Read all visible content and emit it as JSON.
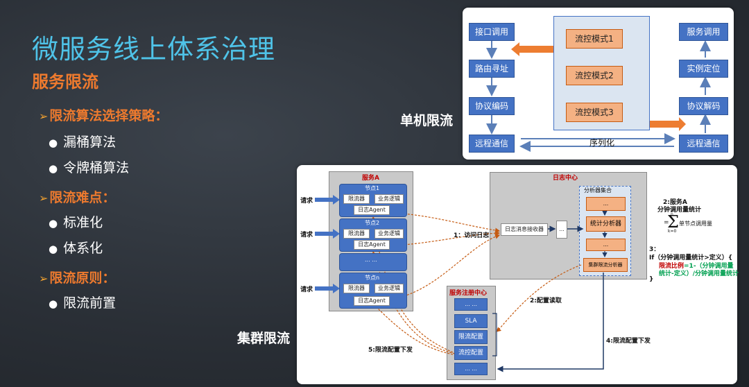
{
  "slide": {
    "title": "微服务线上体系治理",
    "subtitle": "服务限流",
    "sections": [
      {
        "heading": "限流算法选择策略：",
        "items": [
          "漏桶算法",
          "令牌桶算法"
        ]
      },
      {
        "heading": "限流难点：",
        "items": [
          "标准化",
          "体系化"
        ]
      },
      {
        "heading": "限流原则：",
        "items": [
          "限流前置"
        ]
      }
    ],
    "single_label": "单机限流",
    "cluster_label": "集群限流"
  },
  "single": {
    "left": [
      "接口调用",
      "路由寻址",
      "协议编码",
      "远程通信"
    ],
    "modes": [
      "流控模式1",
      "流控模式2",
      "流控模式3"
    ],
    "right": [
      "服务调用",
      "实例定位",
      "协议解码",
      "远程通信"
    ],
    "serialize": "序列化"
  },
  "cluster": {
    "service_a": "服务A",
    "request": "请求",
    "nodes": [
      "节点1",
      "节点2",
      "节点n"
    ],
    "limiter": "限流器",
    "logic": "业务逻辑",
    "agent": "日志Agent",
    "ellipsis": "... ...",
    "log_center": "日志中心",
    "log_receiver": "日志消息接收器",
    "dots": "...",
    "analyzer_group": "分析器集合",
    "stats": "统计分析器",
    "cluster_analyzer": "集群限流分析器",
    "registry": "服务注册中心",
    "registry_items": [
      "... ...",
      "SLA",
      "限流配置",
      "流控配置",
      "... ..."
    ],
    "step1": "1：访问日志",
    "step2": "2:配置读取",
    "step4": "4:限流配置下发",
    "step5": "5:限流配置下发",
    "note2_title": "2:服务A",
    "note2_line": "分钟调用量统计",
    "note2_sum": "单节点调用量",
    "note2_sym": "=",
    "note2_n": "n",
    "note2_k": "k=0",
    "note3_title": "3：",
    "note3_if": "If（分钟调用量统计>定义）{",
    "note3_ratio_label": "限流比例",
    "note3_ratio_a": "=1-（分钟调用量",
    "note3_ratio_b": "统计-定义）/分钟调用量统计",
    "note3_close": "}"
  },
  "colors": {
    "accent_blue": "#4fc3e8",
    "accent_orange": "#ee7a2e",
    "box_blue": "#4472c4",
    "box_orange": "#f4b183"
  }
}
